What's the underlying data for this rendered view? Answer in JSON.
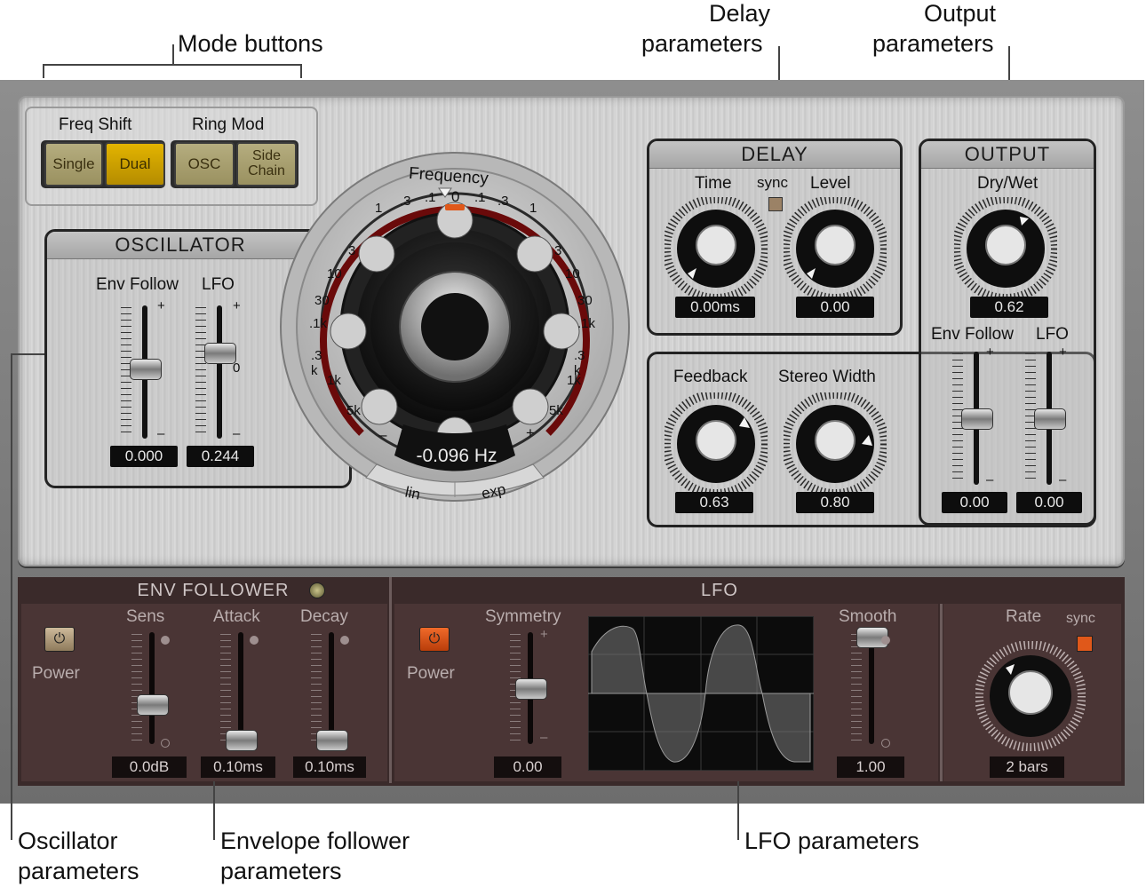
{
  "callouts": {
    "mode_buttons": "Mode buttons",
    "delay_params": [
      "Delay",
      "parameters"
    ],
    "output_params": [
      "Output",
      "parameters"
    ],
    "oscillator_params": [
      "Oscillator",
      "parameters"
    ],
    "envelope_params": [
      "Envelope follower",
      "parameters"
    ],
    "lfo_params": "LFO parameters"
  },
  "modes": {
    "freq_shift_label": "Freq Shift",
    "ring_mod_label": "Ring Mod",
    "single": "Single",
    "dual": "Dual",
    "osc": "OSC",
    "side_chain": [
      "Side",
      "Chain"
    ],
    "active": "Dual"
  },
  "oscillator": {
    "title": "OSCILLATOR",
    "env_follow": "Env Follow",
    "lfo": "LFO",
    "env_follow_value": "0.000",
    "lfo_value": "0.244",
    "plus": "+",
    "minus": "–",
    "zero": "0"
  },
  "frequency": {
    "label": "Frequency",
    "value": "-0.096 Hz",
    "lin": "lin",
    "exp": "exp",
    "scale_left": [
      "1",
      ".3",
      ".1",
      "0",
      ".1",
      ".3",
      "1"
    ],
    "scale_side_left": [
      "3",
      "10",
      "30",
      ".1k",
      ".3 k",
      "1k",
      "5k"
    ],
    "scale_side_right": [
      "3",
      "10",
      "30",
      ".1k",
      ".3 k",
      "1k",
      "5k"
    ],
    "minus": "–",
    "plus": "+"
  },
  "delay": {
    "title": "DELAY",
    "time": "Time",
    "sync": "sync",
    "level": "Level",
    "time_value": "0.00ms",
    "level_value": "0.00",
    "feedback": "Feedback",
    "stereo_width": "Stereo Width",
    "feedback_value": "0.63",
    "stereo_width_value": "0.80"
  },
  "output": {
    "title": "OUTPUT",
    "dry_wet": "Dry/Wet",
    "dry_wet_value": "0.62",
    "env_follow": "Env Follow",
    "lfo": "LFO",
    "env_follow_value": "0.00",
    "lfo_value": "0.00",
    "plus": "+",
    "minus": "–"
  },
  "env_follower": {
    "title": "ENV FOLLOWER",
    "power": "Power",
    "sens": "Sens",
    "attack": "Attack",
    "decay": "Decay",
    "sens_value": "0.0dB",
    "attack_value": "0.10ms",
    "decay_value": "0.10ms"
  },
  "lfo": {
    "title": "LFO",
    "power": "Power",
    "symmetry": "Symmetry",
    "symmetry_value": "0.00",
    "smooth": "Smooth",
    "smooth_value": "1.00",
    "rate": "Rate",
    "sync": "sync",
    "rate_value": "2 bars",
    "plus": "+",
    "minus": "–"
  },
  "colors": {
    "accent_orange": "#e0581a",
    "mode_on": "#d4a600",
    "lower_bg": "#3a2a2a"
  }
}
